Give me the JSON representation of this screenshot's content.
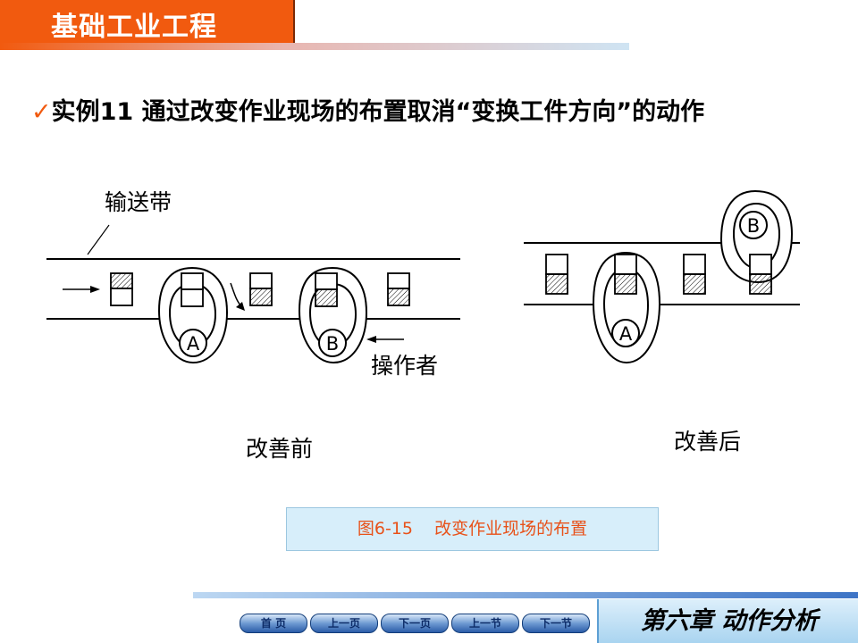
{
  "header": {
    "title": "基础工业工程"
  },
  "heading": {
    "check": "✓",
    "text": "实例11 通过改变作业现场的布置取消“变换工件方向”的动作"
  },
  "figure": {
    "labels": {
      "conveyor": "输送带",
      "operator": "操作者",
      "before": "改善前",
      "after": "改善后",
      "worker_a": "A",
      "worker_b": "B"
    },
    "caption": "图6-15    改变作业现场的布置"
  },
  "nav": {
    "home": "首 页",
    "prev_page": "上一页",
    "next_page": "下一页",
    "prev_section": "上一节",
    "next_section": "下一节"
  },
  "chapter": {
    "title": "第六章 动作分析"
  }
}
